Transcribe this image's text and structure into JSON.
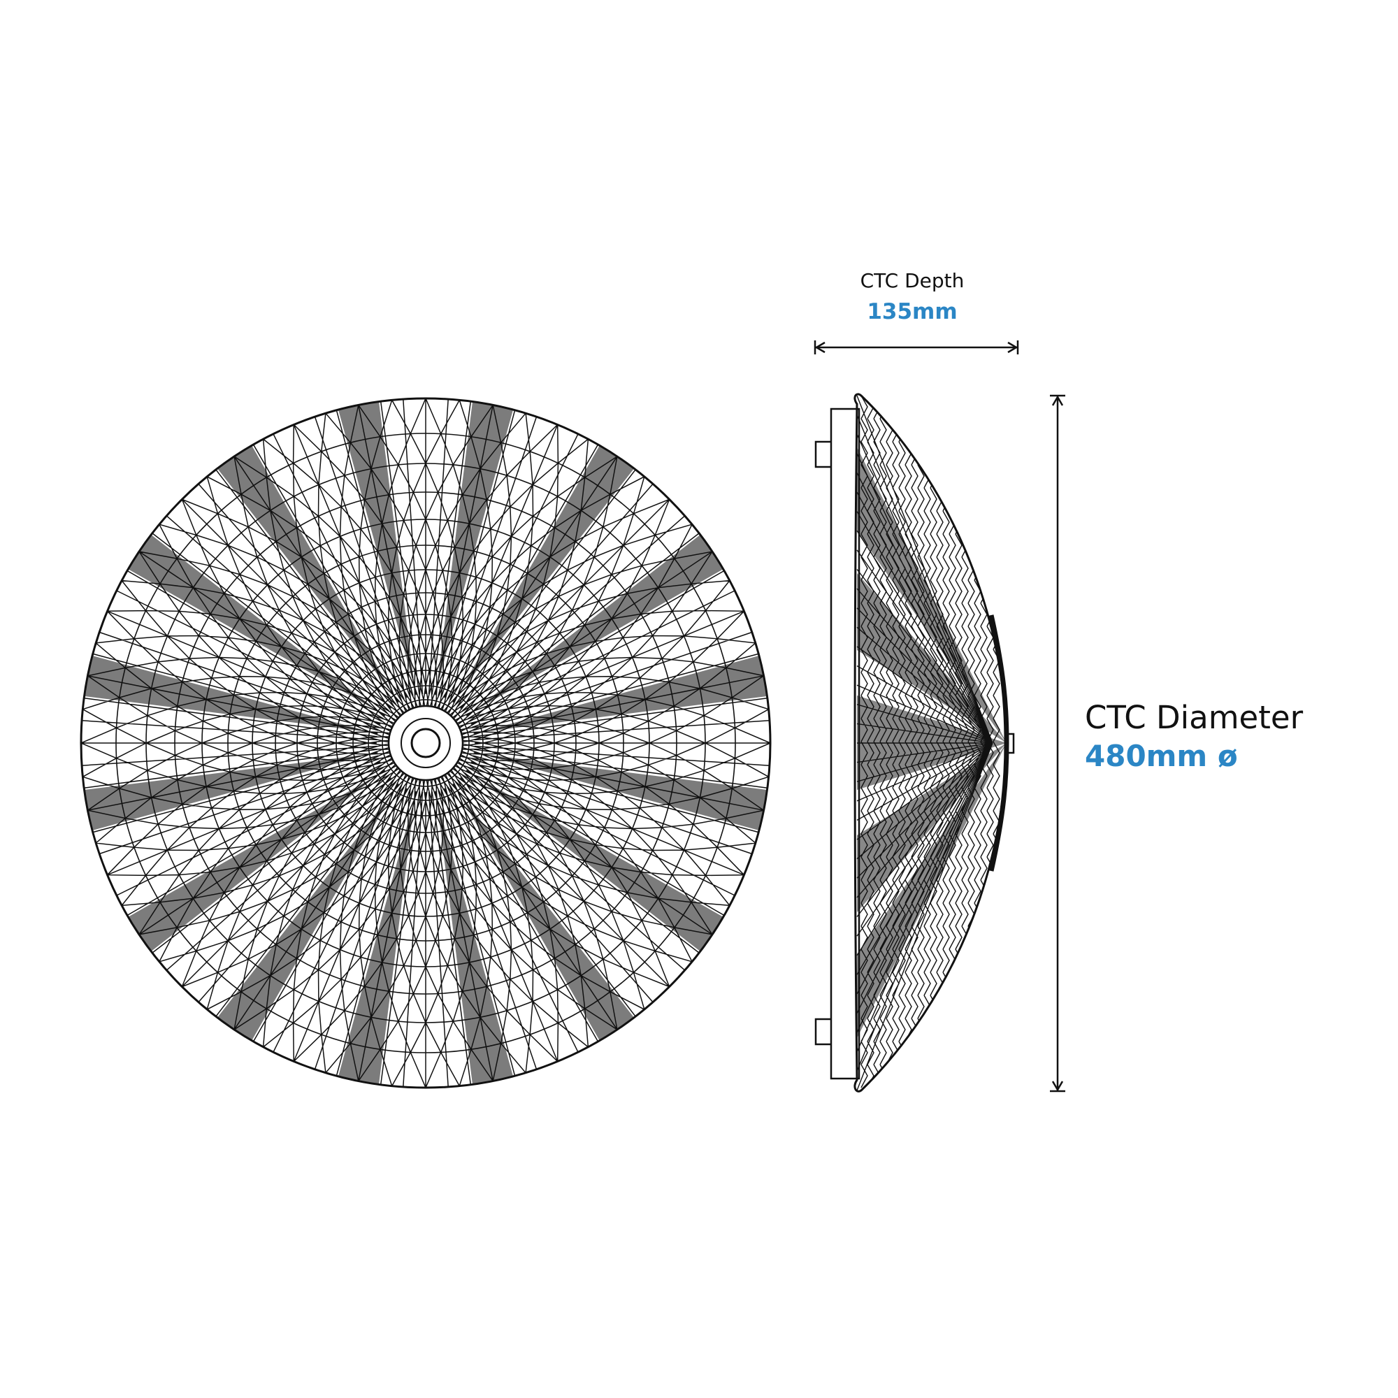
{
  "depth": {
    "title": "CTC Depth",
    "value": "135mm"
  },
  "diameter": {
    "title": "CTC Diameter",
    "value": "480mm ø"
  },
  "colors": {
    "accent": "#2b86c5",
    "line": "#111111",
    "background": "#ffffff"
  }
}
